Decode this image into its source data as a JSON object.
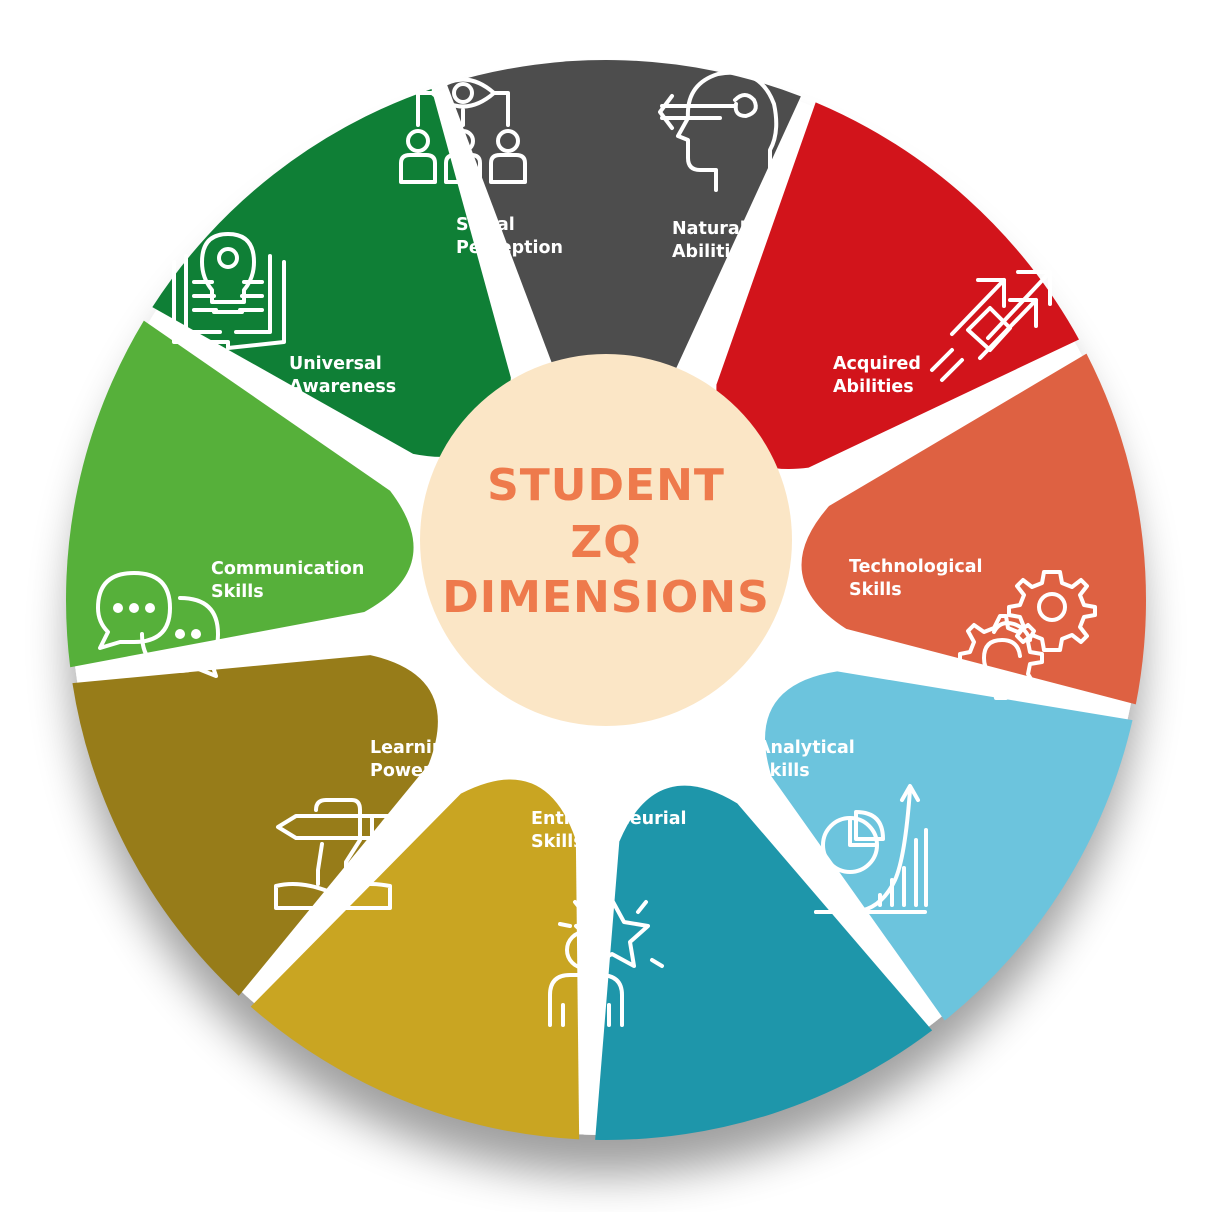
{
  "center": {
    "lines": [
      "STUDENT",
      "ZQ",
      "DIMENSIONS"
    ],
    "fill_color": "#fbe6c6",
    "text_color": "#ee7a4c"
  },
  "segments": [
    {
      "line1": "Social",
      "line2": "Perception",
      "color": "#4d4d4d",
      "icon": "eye-people-icon"
    },
    {
      "line1": "Natural",
      "line2": "Abilities",
      "color": "#d2141b",
      "icon": "head-spiral-icon"
    },
    {
      "line1": "Acquired",
      "line2": "Abilities",
      "color": "#de6142",
      "icon": "fist-arrows-icon"
    },
    {
      "line1": "Technological",
      "line2": "Skills",
      "color": "#6cc4dd",
      "icon": "gears-icon"
    },
    {
      "line1": "Analytical",
      "line2": "Skills",
      "color": "#1e96aa",
      "icon": "pie-growth-chart-icon"
    },
    {
      "line1": "Entrepreneurial",
      "line2": "Skills",
      "color": "#c9a522",
      "icon": "person-star-icon"
    },
    {
      "line1": "Learning",
      "line2": "Power",
      "color": "#977c19",
      "icon": "hand-pencil-book-icon"
    },
    {
      "line1": "Communication",
      "line2": "Skills",
      "color": "#56b03a",
      "icon": "speech-bubbles-icon"
    },
    {
      "line1": "Universal",
      "line2": "Awareness",
      "color": "#0f7f36",
      "icon": "book-lightbulb-icon"
    }
  ]
}
